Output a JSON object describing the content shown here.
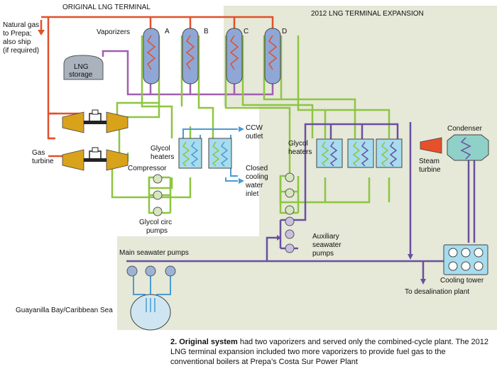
{
  "regions": {
    "original": "ORIGINAL LNG TERMINAL",
    "expansion": "2012 LNG TERMINAL EXPANSION"
  },
  "labels": {
    "natural_gas": [
      "Natural gas",
      "to Prepa;",
      "also ship",
      "(if required)"
    ],
    "vaporizers": "Vaporizers",
    "vaporizer_ids": [
      "A",
      "B",
      "C",
      "D"
    ],
    "lng_storage": [
      "LNG",
      "storage"
    ],
    "gas_turbine": [
      "Gas",
      "turbine"
    ],
    "compressor": "Compressor",
    "glycol_heaters_left": [
      "Glycol",
      "heaters"
    ],
    "glycol_heaters_right": [
      "Glycol",
      "heaters"
    ],
    "ccw_outlet": [
      "CCW",
      "outlet"
    ],
    "closed_cooling": [
      "Closed",
      "cooling",
      "water",
      "inlet"
    ],
    "glycol_circ_pumps": [
      "Glycol circ",
      "pumps"
    ],
    "condenser": "Condenser",
    "steam_turbine": [
      "Steam",
      "turbine"
    ],
    "auxiliary_pumps": [
      "Auxiliary",
      "seawater",
      "pumps"
    ],
    "main_seawater_pumps": "Main seawater pumps",
    "cooling_tower": "Cooling tower",
    "desalination": "To desalination plant",
    "bay": "Guayanilla Bay/Caribbean Sea"
  },
  "caption": {
    "bold": "2. Original system",
    "text": " had two vaporizers and served only the combined-cycle plant. The 2012 LNG terminal expansion included two more vaporizers to provide fuel gas to the conventional boilers at Prepa’s Costa Sur Power Plant"
  },
  "colors": {
    "background_expansion": "#e6e8d8",
    "gas_line": "#e2502a",
    "glycol_line": "#8cc63f",
    "lng_line": "#a05fb0",
    "seawater_line": "#6a4fa0",
    "cooling_water_line": "#4a9bd4",
    "vaporizer_fill": "#8fa7d6",
    "heater_fill": "#a6dced",
    "turbine_fill": "#d9a21b",
    "steam_turbine_fill": "#e6502a",
    "condenser_fill": "#8fd1c8",
    "tank_fill": "#a9b2bd"
  }
}
